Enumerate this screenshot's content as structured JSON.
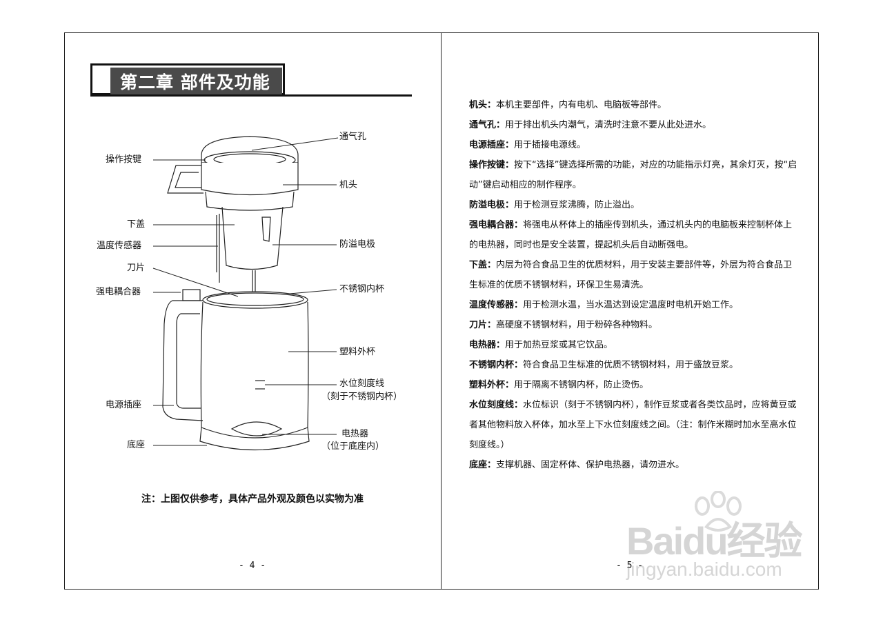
{
  "left_page": {
    "chapter_title": "第二章 部件及功能",
    "labels": {
      "vent_hole": "通气孔",
      "buttons": "操作按键",
      "machine_head": "机头",
      "lower_cover": "下盖",
      "temp_sensor": "温度传感器",
      "overflow_electrode": "防溢电极",
      "blade": "刀片",
      "coupler": "强电耦合器",
      "inner_cup": "不锈钢内杯",
      "outer_cup": "塑料外杯",
      "water_line": "水位刻度线",
      "water_line_note": "（刻于不锈钢内杯）",
      "power_socket": "电源插座",
      "heater": "电热器",
      "heater_note": "（位于底座内）",
      "base": "底座"
    },
    "note": "注：上图仅供参考，具体产品外观及颜色以实物为准",
    "page_number": "- 4 -"
  },
  "right_page": {
    "items": [
      {
        "term": "机头：",
        "desc": "本机主要部件，内有电机、电脑板等部件。"
      },
      {
        "term": "通气孔：",
        "desc": "用于排出机头内潮气，清洗时注意不要从此处进水。"
      },
      {
        "term": "电源插座：",
        "desc": "用于插接电源线。"
      },
      {
        "term": "操作按键：",
        "desc": "按下“选择”键选择所需的功能，对应的功能指示灯亮，其余灯灭，按“启动”键启动相应的制作程序。"
      },
      {
        "term": "防溢电极：",
        "desc": "用于检测豆浆沸腾，防止溢出。"
      },
      {
        "term": "强电耦合器：",
        "desc": "将强电从杯体上的插座传到机头，通过机头内的电脑板来控制杯体上的电热器，同时也是安全装置，提起机头后自动断强电。"
      },
      {
        "term": "下盖：",
        "desc": "内层为符合食品卫生的优质材料，用于安装主要部件等，外层为符合食品卫生标准的优质不锈钢材料，环保卫生易清洗。"
      },
      {
        "term": "温度传感器：",
        "desc": "用于检测水温，当水温达到设定温度时电机开始工作。"
      },
      {
        "term": "刀片：",
        "desc": "高硬度不锈钢材料，用于粉碎各种物料。"
      },
      {
        "term": "电热器：",
        "desc": "用于加热豆浆或其它饮品。"
      },
      {
        "term": "不锈钢内杯：",
        "desc": "符合食品卫生标准的优质不锈钢材料，用于盛放豆浆。"
      },
      {
        "term": "塑料外杯：",
        "desc": "用于隔离不锈钢内杯，防止烫伤。"
      },
      {
        "term": "水位刻度线：",
        "desc": "水位标识（刻于不锈钢内杯），制作豆浆或者各类饮品时，应将黄豆或者其他物料放入杯体，加水至上下水位刻度线之间。（注：制作米糊时加水至高水位刻度线。）"
      },
      {
        "term": "底座：",
        "desc": "支撑机器、固定杯体、保护电热器，请勿进水。"
      }
    ],
    "page_number": "- 5 -"
  },
  "watermark": {
    "logo_text": "Baidu经验",
    "url": "jingyan.baidu.com"
  }
}
